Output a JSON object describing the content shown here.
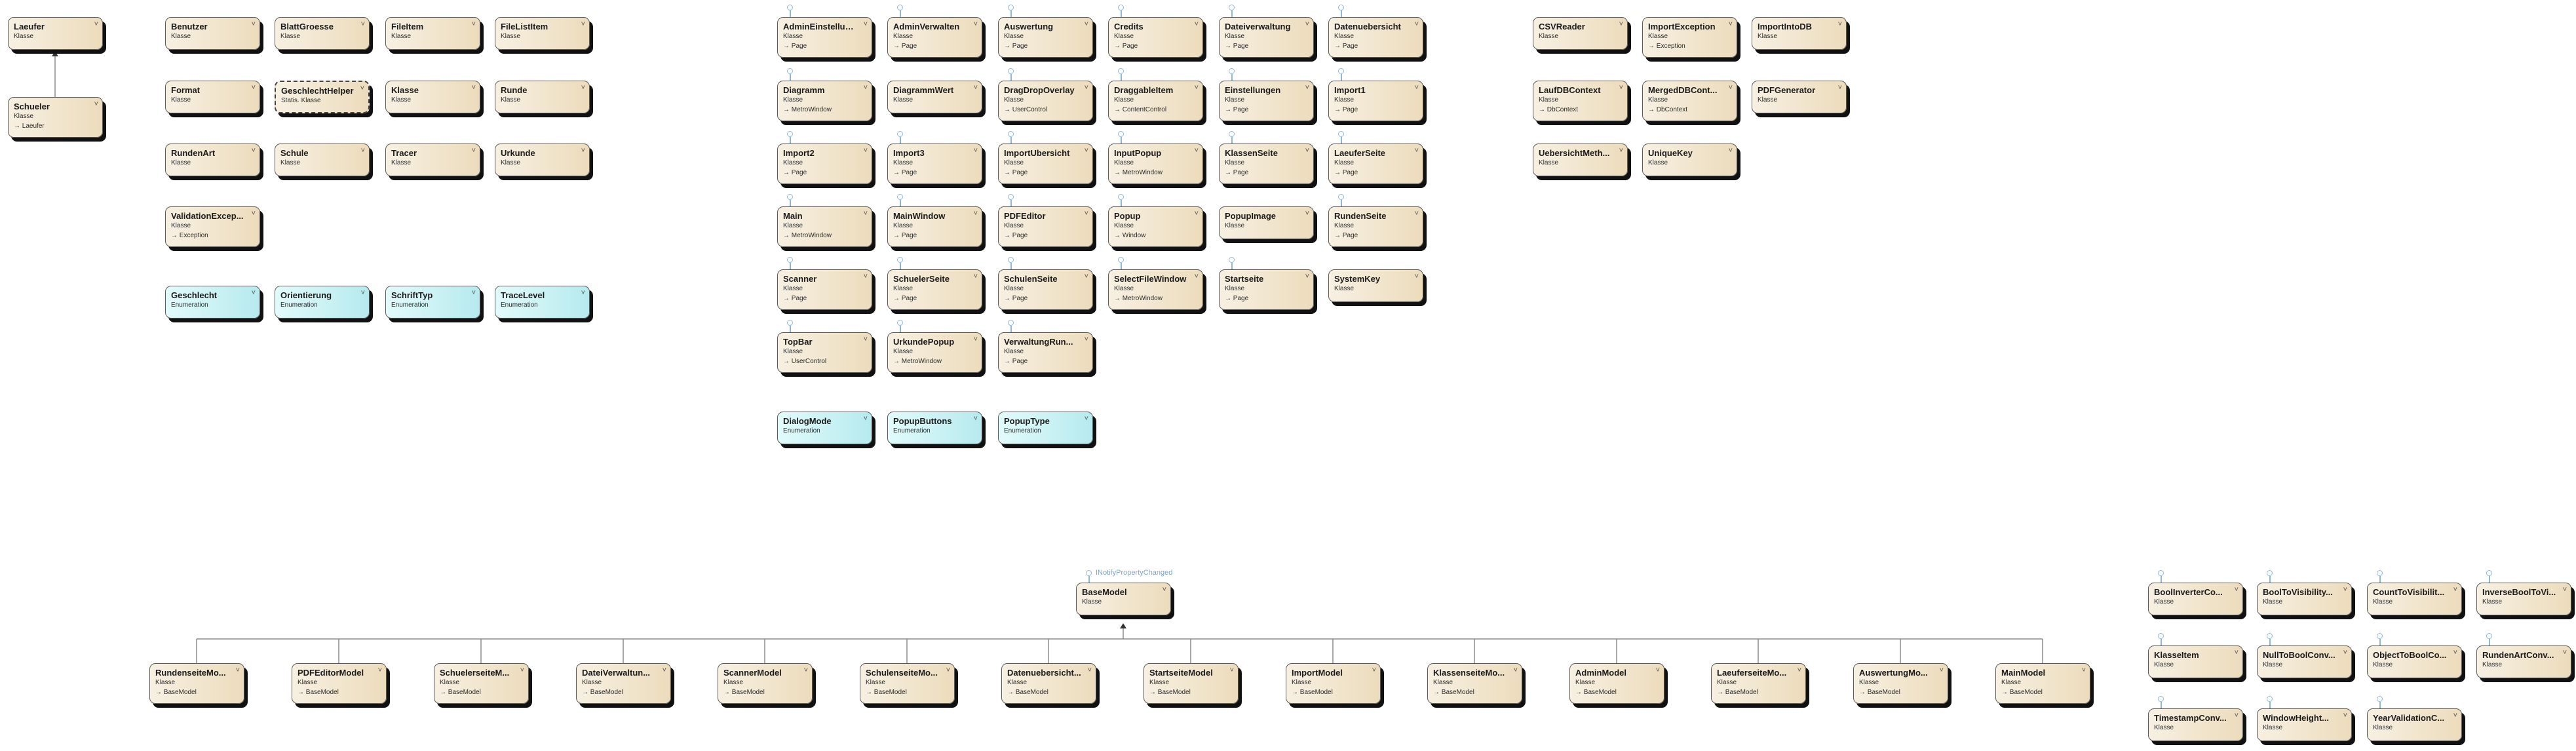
{
  "interface_label": "INotifyPropertyChanged",
  "colors": {
    "class_fill": "#ecdcbc",
    "enum_fill": "#b6eaee",
    "link_line": "#8a8a8a",
    "lollipop": "#8fb8d8"
  },
  "nodes": [
    {
      "id": "laeufer",
      "name": "Laeufer",
      "kind": "Klasse",
      "base": "",
      "type": "class"
    },
    {
      "id": "schueler",
      "name": "Schueler",
      "kind": "Klasse",
      "base": "Laeufer",
      "type": "class"
    },
    {
      "id": "benutzer",
      "name": "Benutzer",
      "kind": "Klasse",
      "base": "",
      "type": "class"
    },
    {
      "id": "blattgroesse",
      "name": "BlattGroesse",
      "kind": "Klasse",
      "base": "",
      "type": "class"
    },
    {
      "id": "fileitem",
      "name": "FileItem",
      "kind": "Klasse",
      "base": "",
      "type": "class"
    },
    {
      "id": "filelistitem",
      "name": "FileListItem",
      "kind": "Klasse",
      "base": "",
      "type": "class"
    },
    {
      "id": "format",
      "name": "Format",
      "kind": "Klasse",
      "base": "",
      "type": "class"
    },
    {
      "id": "geschlechthelper",
      "name": "GeschlechtHelper",
      "kind": "Statis. Klasse",
      "base": "",
      "type": "static"
    },
    {
      "id": "klasse",
      "name": "Klasse",
      "kind": "Klasse",
      "base": "",
      "type": "class"
    },
    {
      "id": "runde",
      "name": "Runde",
      "kind": "Klasse",
      "base": "",
      "type": "class"
    },
    {
      "id": "rundenart",
      "name": "RundenArt",
      "kind": "Klasse",
      "base": "",
      "type": "class"
    },
    {
      "id": "schule",
      "name": "Schule",
      "kind": "Klasse",
      "base": "",
      "type": "class"
    },
    {
      "id": "tracer",
      "name": "Tracer",
      "kind": "Klasse",
      "base": "",
      "type": "class"
    },
    {
      "id": "urkunde",
      "name": "Urkunde",
      "kind": "Klasse",
      "base": "",
      "type": "class"
    },
    {
      "id": "validationexcep",
      "name": "ValidationExcep...",
      "kind": "Klasse",
      "base": "Exception",
      "type": "class"
    },
    {
      "id": "geschlecht",
      "name": "Geschlecht",
      "kind": "Enumeration",
      "base": "",
      "type": "enum"
    },
    {
      "id": "orientierung",
      "name": "Orientierung",
      "kind": "Enumeration",
      "base": "",
      "type": "enum"
    },
    {
      "id": "schrifttyp",
      "name": "SchriftTyp",
      "kind": "Enumeration",
      "base": "",
      "type": "enum"
    },
    {
      "id": "tracelevel",
      "name": "TraceLevel",
      "kind": "Enumeration",
      "base": "",
      "type": "enum"
    },
    {
      "id": "admineinstellun",
      "name": "AdminEinstellun...",
      "kind": "Klasse",
      "base": "Page",
      "type": "class",
      "lolli": true
    },
    {
      "id": "adminverwalten",
      "name": "AdminVerwalten",
      "kind": "Klasse",
      "base": "Page",
      "type": "class",
      "lolli": true
    },
    {
      "id": "auswertung",
      "name": "Auswertung",
      "kind": "Klasse",
      "base": "Page",
      "type": "class",
      "lolli": true
    },
    {
      "id": "credits",
      "name": "Credits",
      "kind": "Klasse",
      "base": "Page",
      "type": "class",
      "lolli": true
    },
    {
      "id": "dateiverwaltung",
      "name": "Dateiverwaltung",
      "kind": "Klasse",
      "base": "Page",
      "type": "class",
      "lolli": true
    },
    {
      "id": "datenuebersicht",
      "name": "Datenuebersicht",
      "kind": "Klasse",
      "base": "Page",
      "type": "class",
      "lolli": true
    },
    {
      "id": "diagramm",
      "name": "Diagramm",
      "kind": "Klasse",
      "base": "MetroWindow",
      "type": "class",
      "lolli": true
    },
    {
      "id": "diagrammwert",
      "name": "DiagrammWert",
      "kind": "Klasse",
      "base": "",
      "type": "class"
    },
    {
      "id": "dragdropoverlay",
      "name": "DragDropOverlay",
      "kind": "Klasse",
      "base": "UserControl",
      "type": "class",
      "lolli": true
    },
    {
      "id": "draggableitem",
      "name": "DraggableItem",
      "kind": "Klasse",
      "base": "ContentControl",
      "type": "class",
      "lolli": true
    },
    {
      "id": "einstellungen",
      "name": "Einstellungen",
      "kind": "Klasse",
      "base": "Page",
      "type": "class",
      "lolli": true
    },
    {
      "id": "import1",
      "name": "Import1",
      "kind": "Klasse",
      "base": "Page",
      "type": "class",
      "lolli": true
    },
    {
      "id": "import2",
      "name": "Import2",
      "kind": "Klasse",
      "base": "Page",
      "type": "class",
      "lolli": true
    },
    {
      "id": "import3",
      "name": "Import3",
      "kind": "Klasse",
      "base": "Page",
      "type": "class",
      "lolli": true
    },
    {
      "id": "importuebersicht",
      "name": "ImportUbersicht",
      "kind": "Klasse",
      "base": "Page",
      "type": "class",
      "lolli": true
    },
    {
      "id": "inputpopup",
      "name": "InputPopup",
      "kind": "Klasse",
      "base": "MetroWindow",
      "type": "class",
      "lolli": true
    },
    {
      "id": "klassenseite",
      "name": "KlassenSeite",
      "kind": "Klasse",
      "base": "Page",
      "type": "class",
      "lolli": true
    },
    {
      "id": "laeuferseite",
      "name": "LaeuferSeite",
      "kind": "Klasse",
      "base": "Page",
      "type": "class",
      "lolli": true
    },
    {
      "id": "main",
      "name": "Main",
      "kind": "Klasse",
      "base": "MetroWindow",
      "type": "class",
      "lolli": true
    },
    {
      "id": "mainwindow",
      "name": "MainWindow",
      "kind": "Klasse",
      "base": "Page",
      "type": "class",
      "lolli": true
    },
    {
      "id": "pdfeditor",
      "name": "PDFEditor",
      "kind": "Klasse",
      "base": "Page",
      "type": "class",
      "lolli": true
    },
    {
      "id": "popup",
      "name": "Popup",
      "kind": "Klasse",
      "base": "Window",
      "type": "class",
      "lolli": true
    },
    {
      "id": "popupimage",
      "name": "PopupImage",
      "kind": "Klasse",
      "base": "",
      "type": "class"
    },
    {
      "id": "rundenseite",
      "name": "RundenSeite",
      "kind": "Klasse",
      "base": "Page",
      "type": "class",
      "lolli": true
    },
    {
      "id": "scanner",
      "name": "Scanner",
      "kind": "Klasse",
      "base": "Page",
      "type": "class",
      "lolli": true
    },
    {
      "id": "schuelerseite",
      "name": "SchuelerSeite",
      "kind": "Klasse",
      "base": "Page",
      "type": "class",
      "lolli": true
    },
    {
      "id": "schulenseite",
      "name": "SchulenSeite",
      "kind": "Klasse",
      "base": "Page",
      "type": "class",
      "lolli": true
    },
    {
      "id": "selectfilewindow",
      "name": "SelectFileWindow",
      "kind": "Klasse",
      "base": "MetroWindow",
      "type": "class",
      "lolli": true
    },
    {
      "id": "startseite",
      "name": "Startseite",
      "kind": "Klasse",
      "base": "Page",
      "type": "class",
      "lolli": true
    },
    {
      "id": "systemkey",
      "name": "SystemKey",
      "kind": "Klasse",
      "base": "",
      "type": "class"
    },
    {
      "id": "topbar",
      "name": "TopBar",
      "kind": "Klasse",
      "base": "UserControl",
      "type": "class",
      "lolli": true
    },
    {
      "id": "urkundepopup",
      "name": "UrkundePopup",
      "kind": "Klasse",
      "base": "MetroWindow",
      "type": "class",
      "lolli": true
    },
    {
      "id": "verwaltungrun",
      "name": "VerwaltungRun...",
      "kind": "Klasse",
      "base": "Page",
      "type": "class",
      "lolli": true
    },
    {
      "id": "dialogmode",
      "name": "DialogMode",
      "kind": "Enumeration",
      "base": "",
      "type": "enum"
    },
    {
      "id": "popupbuttons",
      "name": "PopupButtons",
      "kind": "Enumeration",
      "base": "",
      "type": "enum"
    },
    {
      "id": "popuptype",
      "name": "PopupType",
      "kind": "Enumeration",
      "base": "",
      "type": "enum"
    },
    {
      "id": "csvreader",
      "name": "CSVReader",
      "kind": "Klasse",
      "base": "",
      "type": "class"
    },
    {
      "id": "importexception",
      "name": "ImportException",
      "kind": "Klasse",
      "base": "Exception",
      "type": "class"
    },
    {
      "id": "importintodb",
      "name": "ImportIntoDB",
      "kind": "Klasse",
      "base": "",
      "type": "class"
    },
    {
      "id": "laufdbcontext",
      "name": "LaufDBContext",
      "kind": "Klasse",
      "base": "DbContext",
      "type": "class"
    },
    {
      "id": "mergeddbcont",
      "name": "MergedDBCont...",
      "kind": "Klasse",
      "base": "DbContext",
      "type": "class"
    },
    {
      "id": "pdfgenerator",
      "name": "PDFGenerator",
      "kind": "Klasse",
      "base": "",
      "type": "class"
    },
    {
      "id": "uebersichtmeth",
      "name": "UebersichtMeth...",
      "kind": "Klasse",
      "base": "",
      "type": "class"
    },
    {
      "id": "uniquekey",
      "name": "UniqueKey",
      "kind": "Klasse",
      "base": "",
      "type": "class"
    },
    {
      "id": "basemodel",
      "name": "BaseModel",
      "kind": "Klasse",
      "base": "",
      "type": "class"
    },
    {
      "id": "rundenseitemo",
      "name": "RundenseiteMo...",
      "kind": "Klasse",
      "base": "BaseModel",
      "type": "class"
    },
    {
      "id": "pdfeditormodel",
      "name": "PDFEditorModel",
      "kind": "Klasse",
      "base": "BaseModel",
      "type": "class"
    },
    {
      "id": "schuelerseitem",
      "name": "SchuelerseiteM...",
      "kind": "Klasse",
      "base": "BaseModel",
      "type": "class"
    },
    {
      "id": "dateiverwaltun",
      "name": "DateiVerwaltun...",
      "kind": "Klasse",
      "base": "BaseModel",
      "type": "class"
    },
    {
      "id": "scannermodel",
      "name": "ScannerModel",
      "kind": "Klasse",
      "base": "BaseModel",
      "type": "class"
    },
    {
      "id": "schulenseitemo",
      "name": "SchulenseiteMo...",
      "kind": "Klasse",
      "base": "BaseModel",
      "type": "class"
    },
    {
      "id": "datenuebersichtm",
      "name": "Datenuebersicht...",
      "kind": "Klasse",
      "base": "BaseModel",
      "type": "class"
    },
    {
      "id": "startseitemodel",
      "name": "StartseiteModel",
      "kind": "Klasse",
      "base": "BaseModel",
      "type": "class"
    },
    {
      "id": "importmodel",
      "name": "ImportModel",
      "kind": "Klasse",
      "base": "BaseModel",
      "type": "class"
    },
    {
      "id": "klassenseitemo",
      "name": "KlassenseiteMo...",
      "kind": "Klasse",
      "base": "BaseModel",
      "type": "class"
    },
    {
      "id": "adminmodel",
      "name": "AdminModel",
      "kind": "Klasse",
      "base": "BaseModel",
      "type": "class"
    },
    {
      "id": "laeuferseitemo",
      "name": "LaeuferseiteMo...",
      "kind": "Klasse",
      "base": "BaseModel",
      "type": "class"
    },
    {
      "id": "auswertungmo",
      "name": "AuswertungMo...",
      "kind": "Klasse",
      "base": "BaseModel",
      "type": "class"
    },
    {
      "id": "mainmodel",
      "name": "MainModel",
      "kind": "Klasse",
      "base": "BaseModel",
      "type": "class"
    },
    {
      "id": "boolinverterco",
      "name": "BoolInverterCo...",
      "kind": "Klasse",
      "base": "",
      "type": "class",
      "lolli": true
    },
    {
      "id": "booltovisibility",
      "name": "BoolToVisibility...",
      "kind": "Klasse",
      "base": "",
      "type": "class",
      "lolli": true
    },
    {
      "id": "counttovisibilit",
      "name": "CountToVisibilit...",
      "kind": "Klasse",
      "base": "",
      "type": "class",
      "lolli": true
    },
    {
      "id": "inverseboolto",
      "name": "InverseBoolToVi...",
      "kind": "Klasse",
      "base": "",
      "type": "class",
      "lolli": true
    },
    {
      "id": "klasseitem",
      "name": "KlasseItem",
      "kind": "Klasse",
      "base": "",
      "type": "class",
      "lolli": true
    },
    {
      "id": "nulltoboolconv",
      "name": "NullToBoolConv...",
      "kind": "Klasse",
      "base": "",
      "type": "class",
      "lolli": true
    },
    {
      "id": "objecttoboolco",
      "name": "ObjectToBoolCo...",
      "kind": "Klasse",
      "base": "",
      "type": "class",
      "lolli": true
    },
    {
      "id": "rundenartconv",
      "name": "RundenArtConv...",
      "kind": "Klasse",
      "base": "",
      "type": "class",
      "lolli": true
    },
    {
      "id": "timestampconv",
      "name": "TimestampConv...",
      "kind": "Klasse",
      "base": "",
      "type": "class",
      "lolli": true
    },
    {
      "id": "windowheight",
      "name": "WindowHeight...",
      "kind": "Klasse",
      "base": "",
      "type": "class",
      "lolli": true
    },
    {
      "id": "yearvalidationc",
      "name": "YearValidationC...",
      "kind": "Klasse",
      "base": "",
      "type": "class",
      "lolli": true
    }
  ]
}
